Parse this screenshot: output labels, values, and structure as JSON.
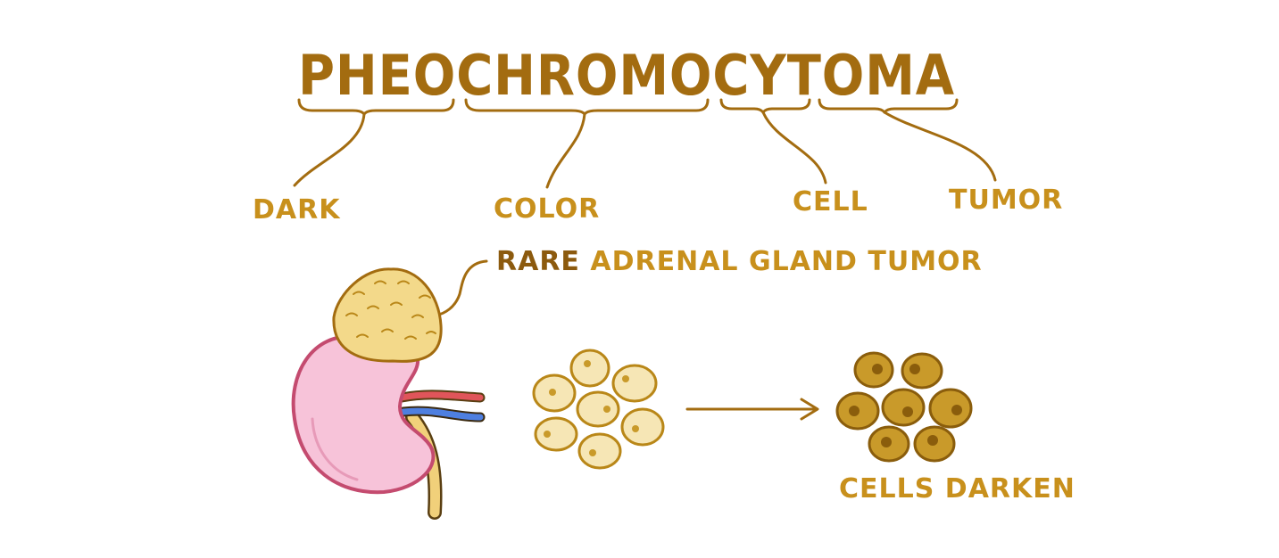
{
  "title": "PHEOCHROMOCYTOMA",
  "parts": [
    {
      "meaning": "DARK"
    },
    {
      "meaning": "COLOR"
    },
    {
      "meaning": "CELL"
    },
    {
      "meaning": "TUMOR"
    }
  ],
  "annotation": {
    "first_word": "RARE",
    "rest": " ADRENAL GLAND TUMOR"
  },
  "caption": "CELLS DARKEN",
  "colors": {
    "title": "#a36c10",
    "labels": "#c8901c",
    "kidney": "#f7c3d9",
    "tumor": "#f3d98a",
    "normal_cell": "#f6e6b5",
    "dark_cell": "#c99a2a"
  }
}
